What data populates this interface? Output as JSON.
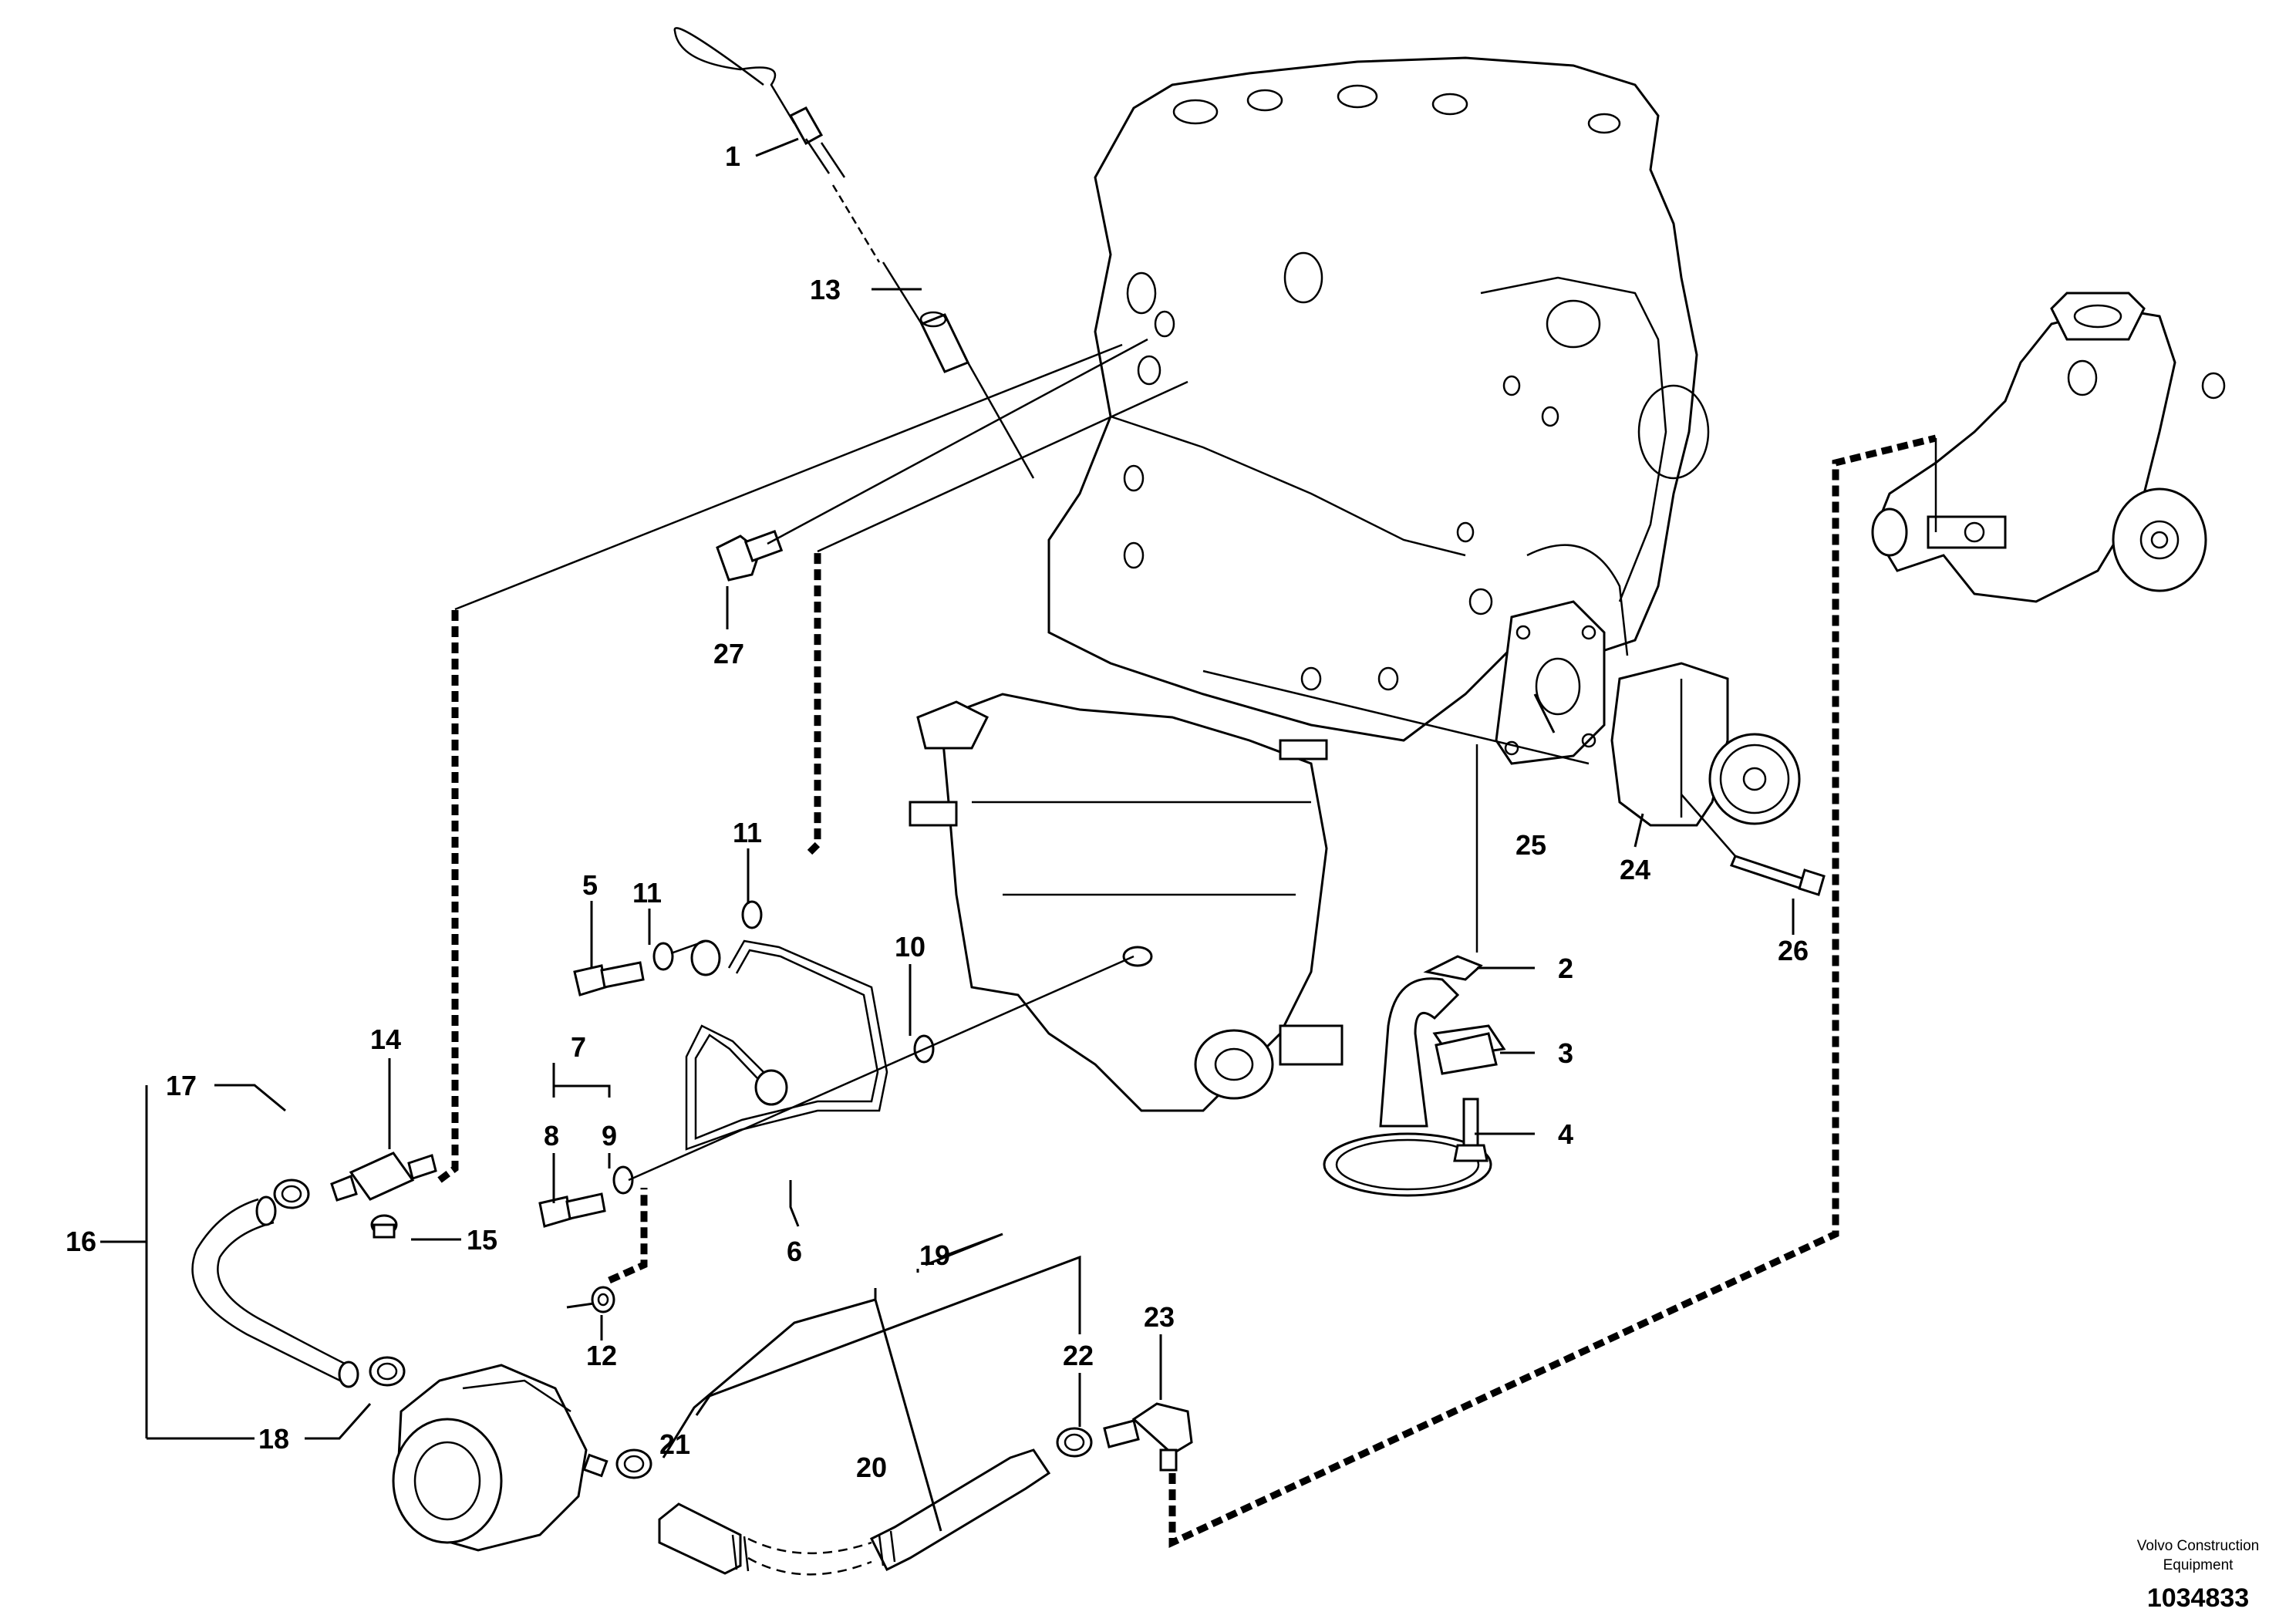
{
  "callouts": [
    "1",
    "2",
    "3",
    "4",
    "5",
    "6",
    "7",
    "8",
    "9",
    "10",
    "11",
    "11",
    "12",
    "13",
    "14",
    "15",
    "16",
    "17",
    "18",
    "19",
    "20",
    "21",
    "22",
    "23",
    "24",
    "25",
    "26",
    "27"
  ],
  "publisher": {
    "line1": "Volvo Construction",
    "line2": "Equipment"
  },
  "reference_number": "1034833"
}
